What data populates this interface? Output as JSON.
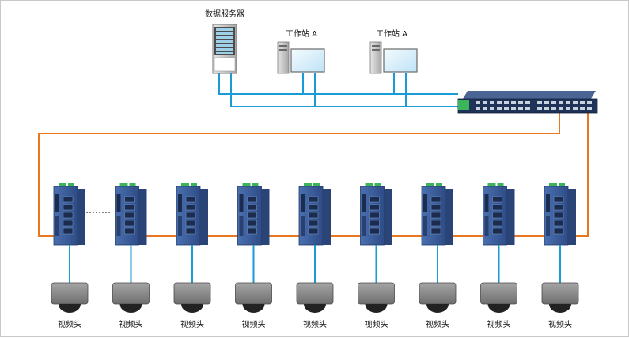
{
  "labels": {
    "server": "数据服务器",
    "workstation_1": "工作站 A",
    "workstation_2": "工作站 A",
    "camera": "视频头"
  },
  "node_count": 9,
  "colors": {
    "ethernet_link": "#1a9ad6",
    "fiber_ring": "#e87722",
    "switch_body": "#3d5f9e",
    "switch_side": "#2a4478",
    "port_green": "#3cb55a",
    "camera_body": "#8a8a8a",
    "camera_dome": "#222222",
    "core_switch": "#2b3f66"
  },
  "icons": {
    "server": "server-rack-icon",
    "workstation": "desktop-pc-icon",
    "core_switch": "rack-switch-icon",
    "edge_switch": "din-rail-switch-icon",
    "camera": "dome-camera-icon"
  }
}
